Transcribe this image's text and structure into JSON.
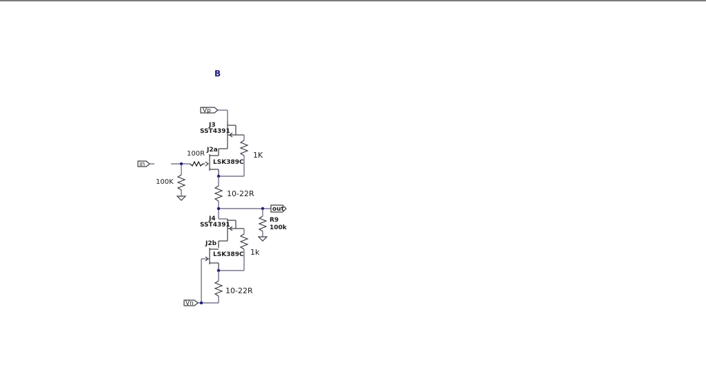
{
  "diagram": {
    "title": "B",
    "ports": {
      "vp": "Vp",
      "vn": "Vn",
      "in": "in",
      "out": "out"
    },
    "components": {
      "j3": {
        "ref": "J3",
        "part": "SST4391"
      },
      "j2a": {
        "ref": "J2a",
        "part": "LSK389C"
      },
      "j4": {
        "ref": "J4",
        "part": "SST4391"
      },
      "j2b": {
        "ref": "J2b",
        "part": "LSK389C"
      },
      "r_in_series": "100R",
      "r_in_shunt": "100K",
      "r_top_1k": "1K",
      "r_bottom_1k": "1k",
      "r_top_degen": "10-22R",
      "r_bottom_degen": "10-22R",
      "r9": {
        "ref": "R9",
        "value": "100k"
      }
    }
  }
}
